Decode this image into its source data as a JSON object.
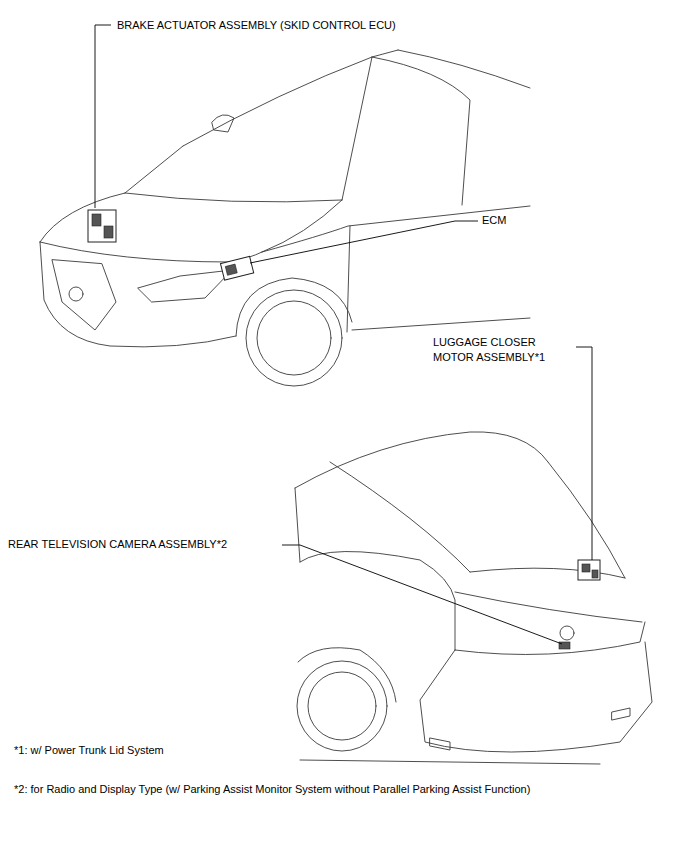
{
  "diagram": {
    "labels": [
      "BRAKE ACTUATOR ASSEMBLY (SKID CONTROL ECU)",
      "ECM",
      "LUGGAGE CLOSER MOTOR ASSEMBLY*1",
      "REAR TELEVISION CAMERA ASSEMBLY*2",
      "*1: w/ Power Trunk Lid System",
      "*2: for Radio and Display Type (w/ Parking Assist Monitor System without Parallel Parking Assist Function)"
    ]
  }
}
